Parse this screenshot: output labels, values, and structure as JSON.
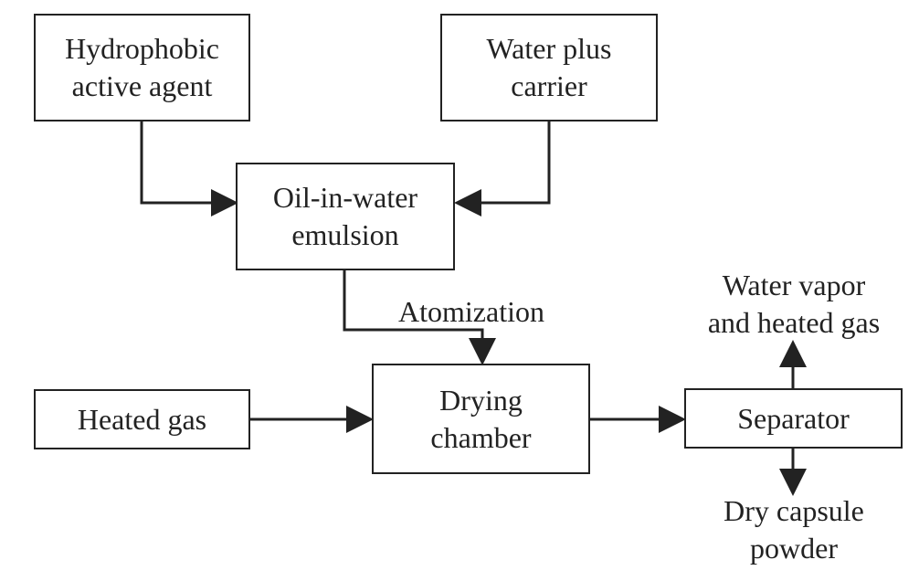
{
  "boxes": {
    "hydrophobic": [
      "Hydrophobic",
      "active agent"
    ],
    "water_carrier": [
      "Water plus",
      "carrier"
    ],
    "emulsion": [
      "Oil-in-water",
      "emulsion"
    ],
    "heated_gas": [
      "Heated gas"
    ],
    "drying_chamber": [
      "Drying",
      "chamber"
    ],
    "separator": [
      "Separator"
    ]
  },
  "labels": {
    "atomization": "Atomization",
    "vapor_out": [
      "Water vapor",
      "and heated gas"
    ],
    "powder_out": [
      "Dry capsule",
      "powder"
    ]
  },
  "colors": {
    "stroke": "#222222",
    "background": "#ffffff"
  }
}
